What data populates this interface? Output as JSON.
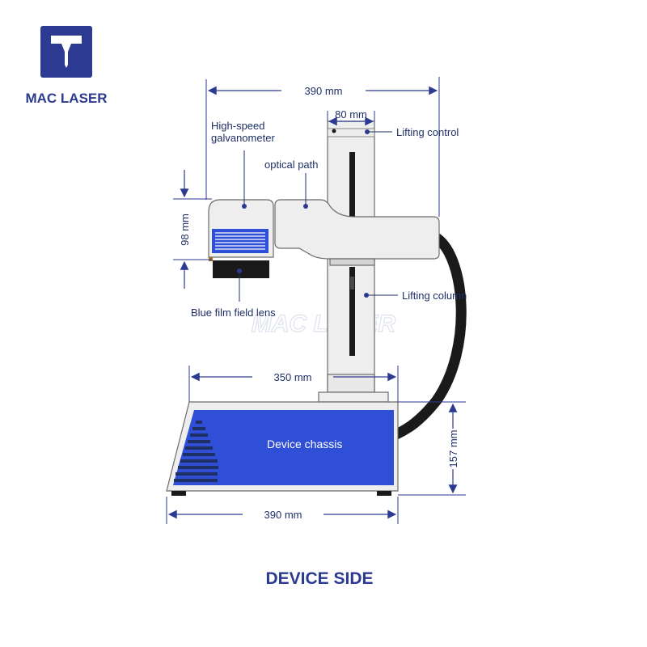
{
  "brand": {
    "name": "MAC LASER",
    "watermark": "MAC LASER",
    "color": "#2c3a92"
  },
  "colors": {
    "chassis_blue": "#2f4fd6",
    "machine_body": "#eeeeee",
    "outline": "#6b6b6b",
    "lens_black": "#1a1a1a",
    "annotation": "#1e2f66"
  },
  "labels": {
    "galvo": [
      "High-speed",
      "galvanometer"
    ],
    "optical_path": "optical path",
    "lifting_control": "Lifting control",
    "lifting_column": "Lifting column",
    "field_lens": "Blue film field lens",
    "chassis": "Device chassis"
  },
  "dimensions": {
    "top_width": "390 mm",
    "column_width": "80 mm",
    "head_height": "98 mm",
    "base_top_width": "350 mm",
    "chassis_height": "157 mm",
    "bottom_width": "390 mm"
  },
  "title": "DEVICE SIDE"
}
